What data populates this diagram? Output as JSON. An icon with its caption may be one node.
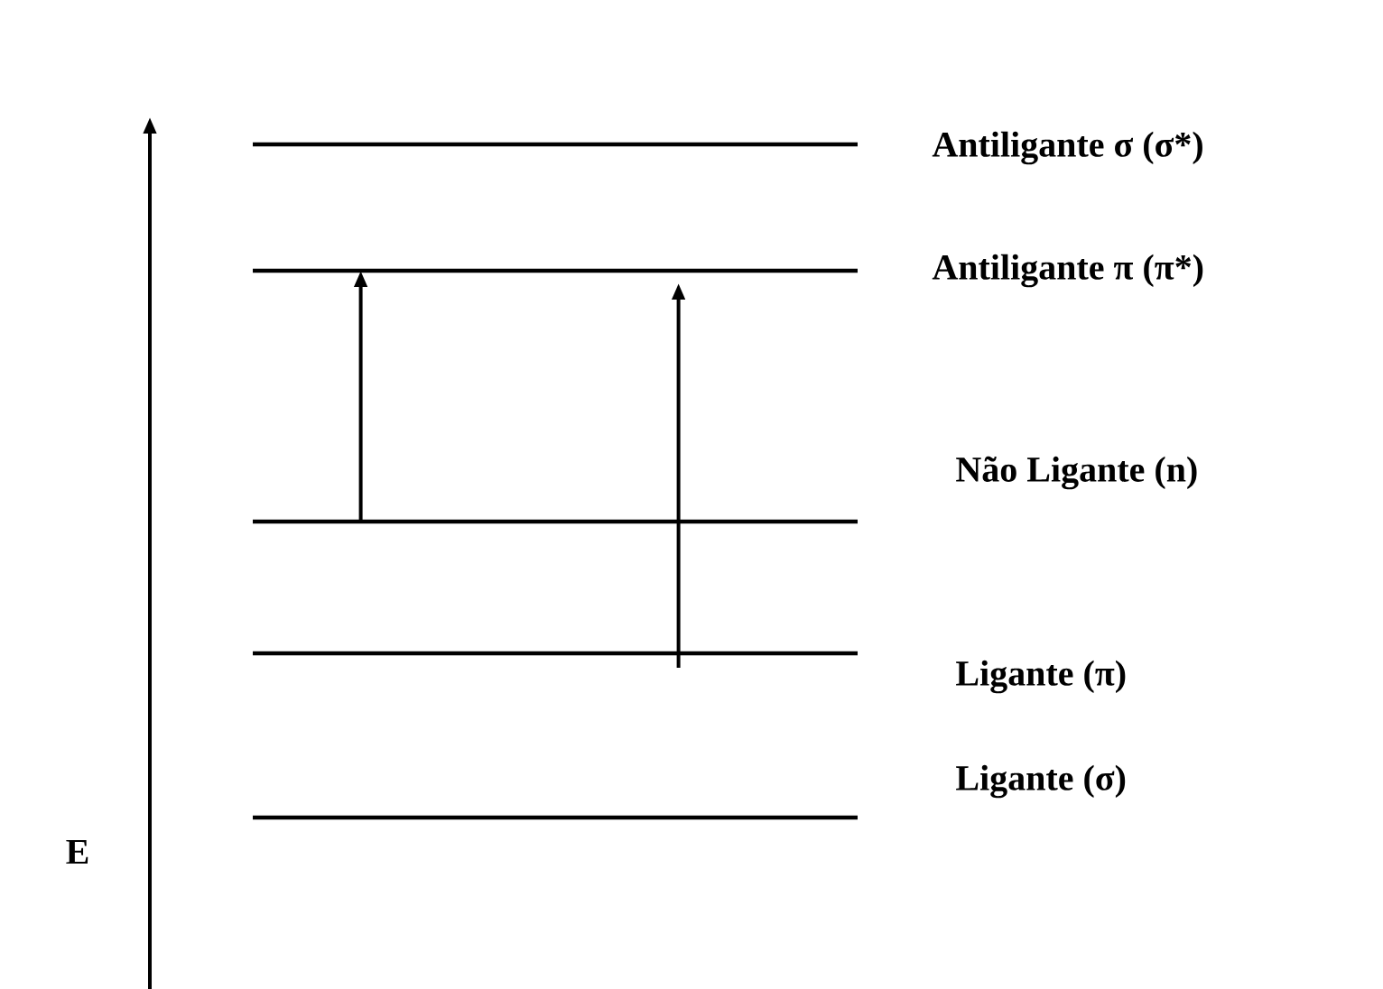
{
  "diagram": {
    "nodes": [
      {
        "text": [],
        "shape": "bar",
        "beside": [
          "Antiligante σ (σ*)"
        ]
      },
      {
        "text": [],
        "shape": "bar",
        "beside": [
          "Antiligante π (π*)"
        ]
      },
      {
        "text": [],
        "shape": "bar",
        "beside": [
          "Não Ligante (n)"
        ]
      },
      {
        "text": [],
        "shape": "bar",
        "beside": [
          "Ligante (π)"
        ]
      },
      {
        "text": [],
        "shape": "bar",
        "beside": [
          "Ligante (σ)"
        ]
      }
    ],
    "edges": [
      {
        "from": 2,
        "to": 1,
        "arrow": "to"
      },
      {
        "from": 3,
        "to": 1,
        "arrow": "to"
      }
    ],
    "labels": [
      "E"
    ]
  }
}
